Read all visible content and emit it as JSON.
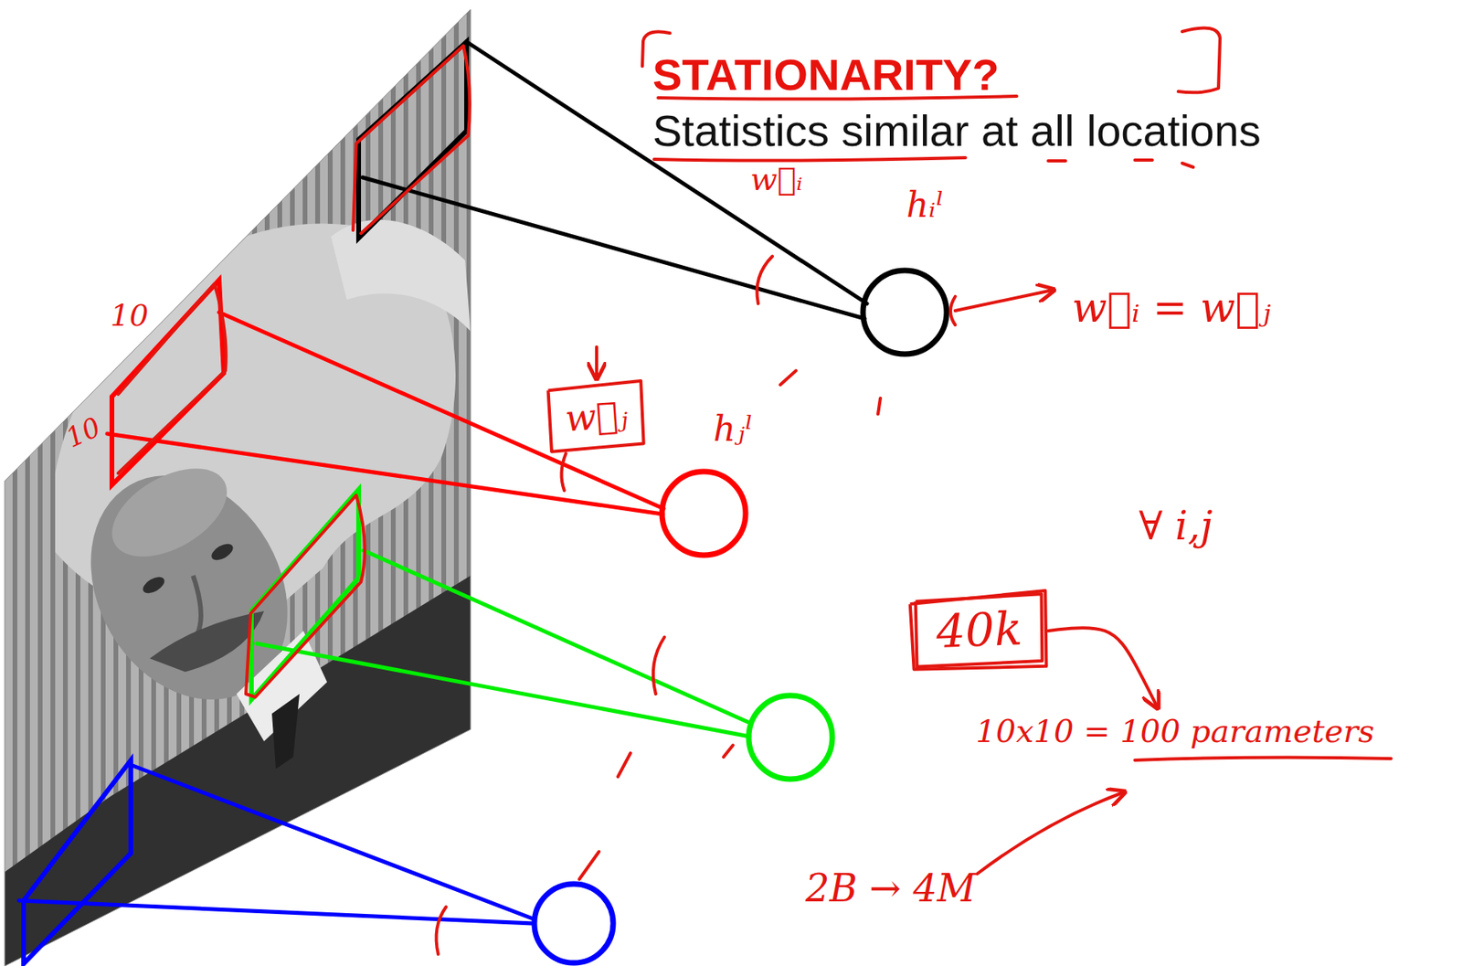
{
  "diagram": {
    "title": "STATIONARITY?",
    "nodes": [
      {
        "text": [
          "w⃗ⱼ"
        ]
      },
      {
        "text": [
          "40k"
        ]
      }
    ],
    "labels": [
      "Statistics similar at all locations",
      "w⃗ᵢ",
      "hᵢˡ",
      "10",
      "10",
      "hⱼˡ",
      "w⃗ᵢ = w⃗ⱼ",
      "∀ i,j",
      "10x10 = 100 parameters",
      "2B → 4M"
    ]
  }
}
